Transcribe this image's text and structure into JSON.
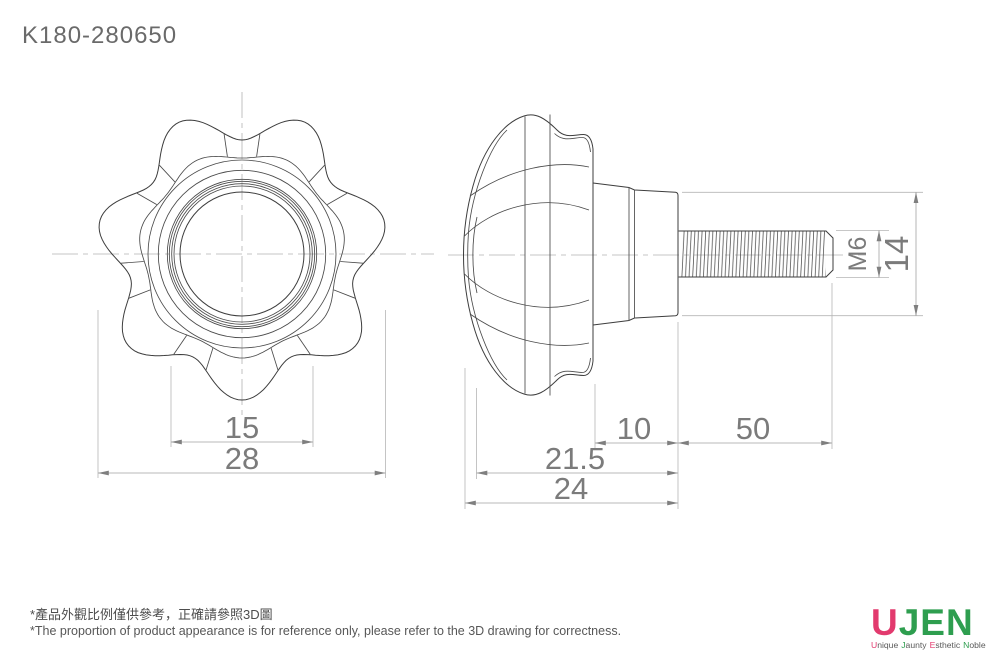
{
  "title": "K180-280650",
  "front_view": {
    "dim_grip_width": "15",
    "dim_outer_diameter": "28"
  },
  "side_view": {
    "dim_boss_length": "10",
    "dim_thread_length": "50",
    "dim_head_depth": "21.5",
    "dim_total_depth": "24",
    "dim_thread_size": "M6",
    "dim_boss_diameter": "14"
  },
  "footnotes": {
    "zh": "*產品外觀比例僅供參考，正確請參照3D圖",
    "en": "*The proportion of product appearance is for reference only, please refer to the 3D drawing for correctness."
  },
  "logo": {
    "brand_first_letter": "U",
    "brand_rest": "JEN",
    "colors": {
      "pink": "#e23a6e",
      "green": "#2e9e4f"
    },
    "tagline": [
      {
        "first": "U",
        "rest": "nique"
      },
      {
        "first": "J",
        "rest": "aunty"
      },
      {
        "first": "E",
        "rest": "sthetic"
      },
      {
        "first": "N",
        "rest": "oble"
      }
    ]
  }
}
